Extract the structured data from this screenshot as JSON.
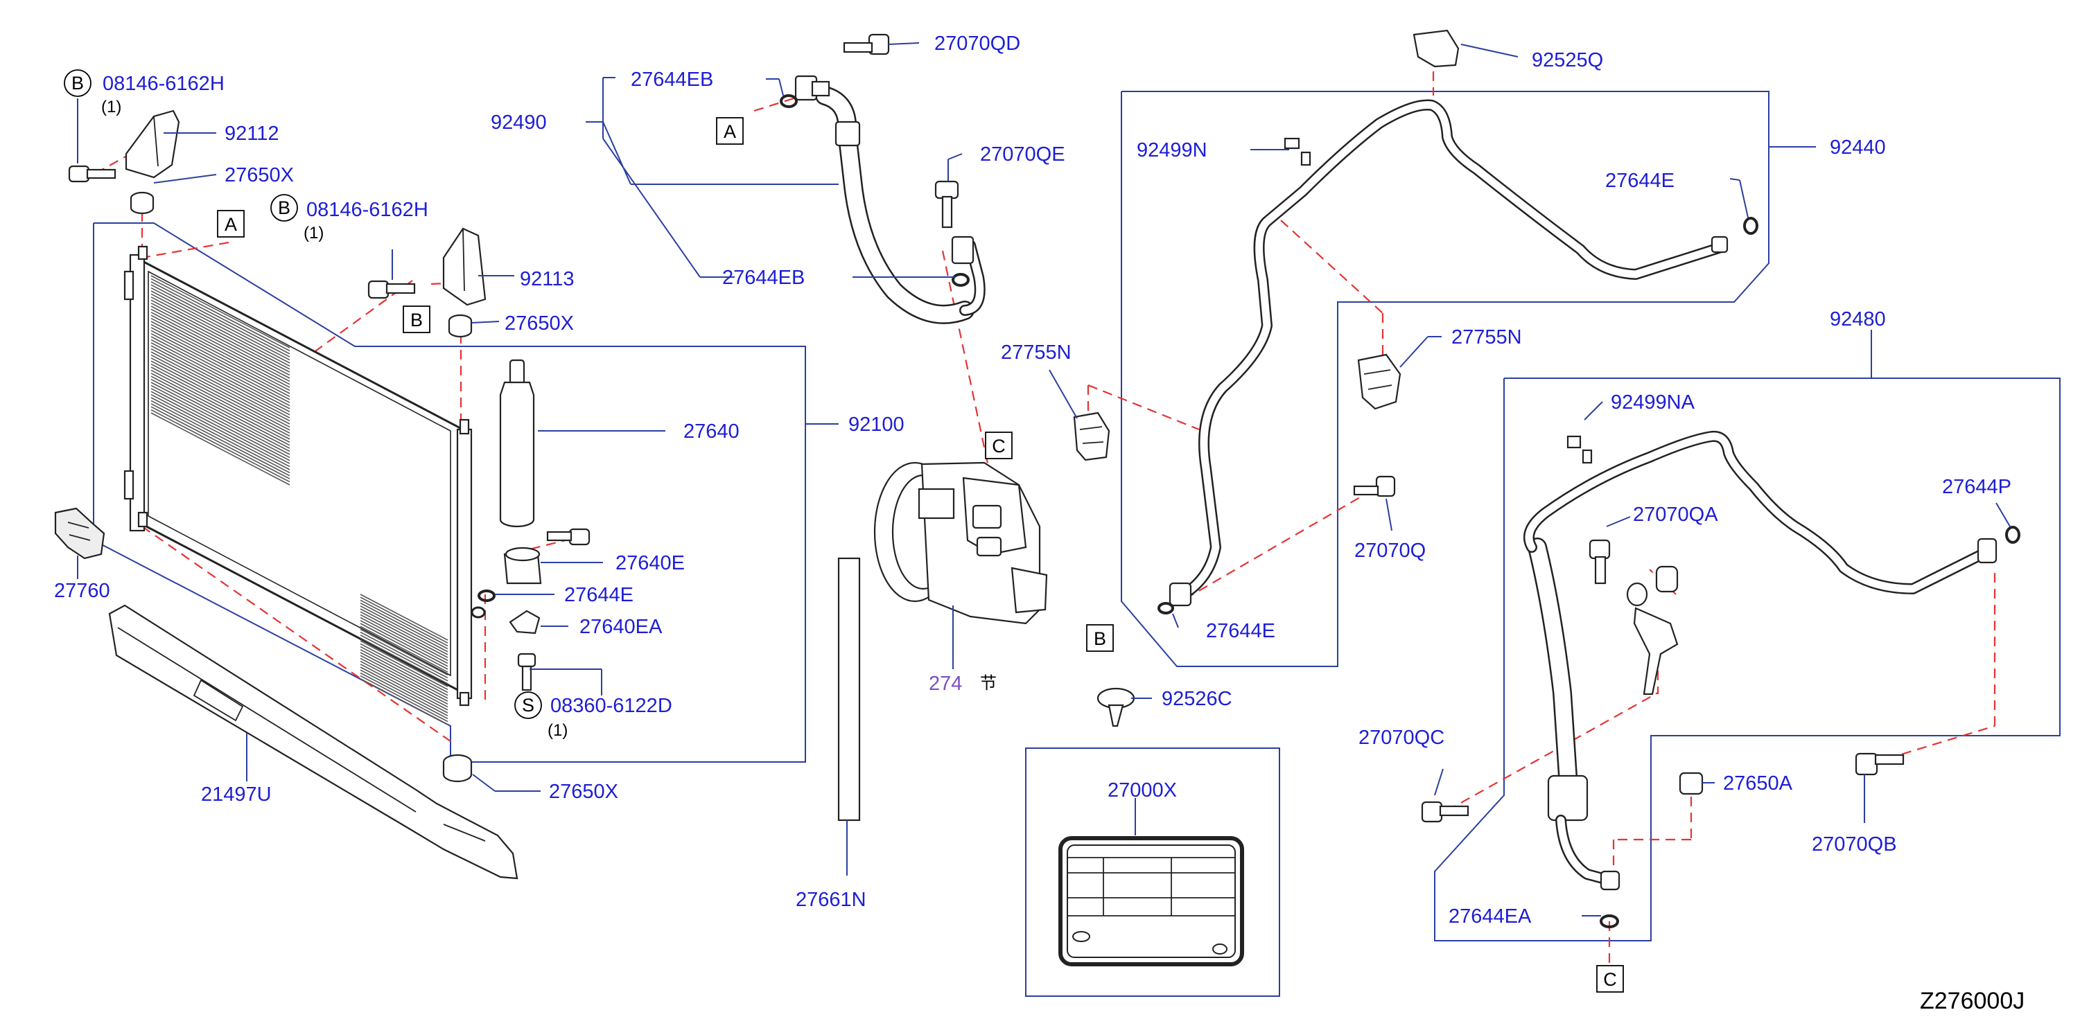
{
  "labels": {
    "bolt_b_top": "08146-6162H",
    "qty_b_top": "(1)",
    "bracket_92112": "92112",
    "mount_27650X_top": "27650X",
    "bolt_b_mid": "08146-6162H",
    "qty_b_mid": "(1)",
    "bracket_92113": "92113",
    "mount_27650X_mid": "27650X",
    "receiver_27640": "27640",
    "condenser_92100": "92100",
    "clamp_27640E": "27640E",
    "oring_27644E_left": "27644E",
    "bracket_27640EA": "27640EA",
    "bolt_s": "08360-6122D",
    "qty_s": "(1)",
    "mount_27650X_bot": "27650X",
    "sensor_27760": "27760",
    "deflector_21497U": "21497U",
    "bolt_27070QD": "27070QD",
    "oring_27644EB_top": "27644EB",
    "hose_92490": "92490",
    "bolt_27070QE": "27070QE",
    "oring_27644EB_bot": "27644EB",
    "clip_27755N_left": "27755N",
    "compressor_274": "274",
    "compressor_note": "节",
    "seal_27661N": "27661N",
    "label_27000X": "27000X",
    "grommet_92526C": "92526C",
    "clip_92525Q": "92525Q",
    "cap_92499N": "92499N",
    "pipe_92440": "92440",
    "oring_27644E_right": "27644E",
    "clip_27755N_right": "27755N",
    "bolt_27070Q": "27070Q",
    "oring_27644E_bottom": "27644E",
    "pipe_92480": "92480",
    "cap_92499NA": "92499NA",
    "oring_27644P": "27644P",
    "bolt_27070QA": "27070QA",
    "bolt_27070QC": "27070QC",
    "nut_27650A": "27650A",
    "bolt_27070QB": "27070QB",
    "oring_27644EA": "27644EA",
    "diagram_code": "Z276000J"
  },
  "markers": {
    "B_circle_top": "B",
    "B_circle_mid": "B",
    "S_circle": "S",
    "A_box_left": "A",
    "B_box_left": "B",
    "A_box_mid": "A",
    "C_box_mid": "C",
    "B_box_right": "B",
    "C_box_right": "C"
  },
  "colors": {
    "part_number": "#1d1dd6",
    "compressor_number": "#7b4fc6",
    "leader_line": "#2a3fa0",
    "connection_dash": "#e53333",
    "outline": "#222222"
  }
}
